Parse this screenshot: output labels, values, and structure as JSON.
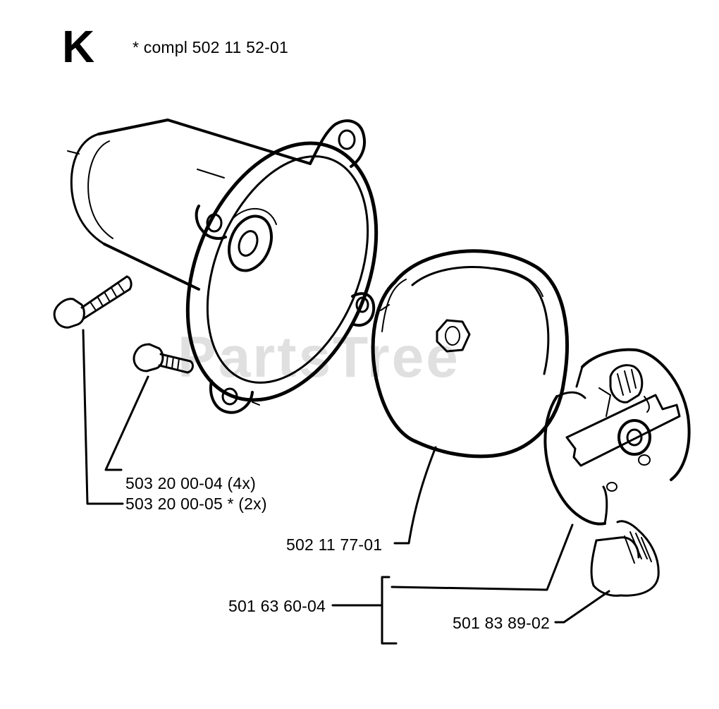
{
  "section_letter": "K",
  "assembly_note": "*  compl 502 11 52-01",
  "watermark": "PartsTree",
  "labels": {
    "screw_4x": "503 20 00-04 (4x)",
    "screw_2x": "503 20 00-05  *  (2x)",
    "clutch_drum": "502 11 77-01",
    "clutch_assembly": "501 63 60-04",
    "clutch_spring": "501 83 89-02"
  }
}
